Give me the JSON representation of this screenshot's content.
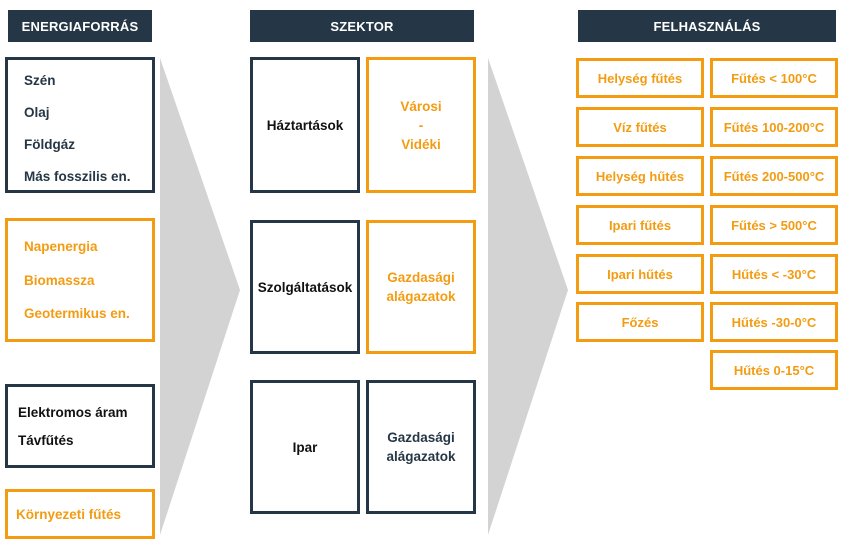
{
  "headers": {
    "source": "ENERGIAFORRÁS",
    "sector": "SZEKTOR",
    "use": "FELHASZNÁLÁS"
  },
  "sources": {
    "fossil": [
      "Szén",
      "Olaj",
      "Földgáz",
      "Más fosszilis en."
    ],
    "renewable": [
      "Napenergia",
      "Biomassza",
      "Geotermikus en."
    ],
    "grid": [
      "Elektromos áram",
      "Távfűtés"
    ],
    "ambient": "Környezeti fűtés"
  },
  "sectors": [
    {
      "name": "Háztartások",
      "sub": [
        "Városi",
        "-",
        "Vidéki"
      ]
    },
    {
      "name": "Szolgáltatások",
      "sub": [
        "Gazdasági",
        "alágazatok"
      ]
    },
    {
      "name": "Ipar",
      "sub": [
        "Gazdasági",
        "alágazatok"
      ]
    }
  ],
  "uses": [
    "Helység fűtés",
    "Víz fűtés",
    "Helység hűtés",
    "Ipari fűtés",
    "Ipari hűtés",
    "Főzés"
  ],
  "temperatures": [
    "Fűtés < 100°C",
    "Fűtés 100-200°C",
    "Fűtés 200-500°C",
    "Fűtés > 500°C",
    "Hűtés < -30°C",
    "Hűtés  -30-0°C",
    "Hűtés  0-15°C"
  ],
  "colors": {
    "navy": "#253746",
    "orange": "#f39c12",
    "arrow": "#d3d3d3"
  }
}
